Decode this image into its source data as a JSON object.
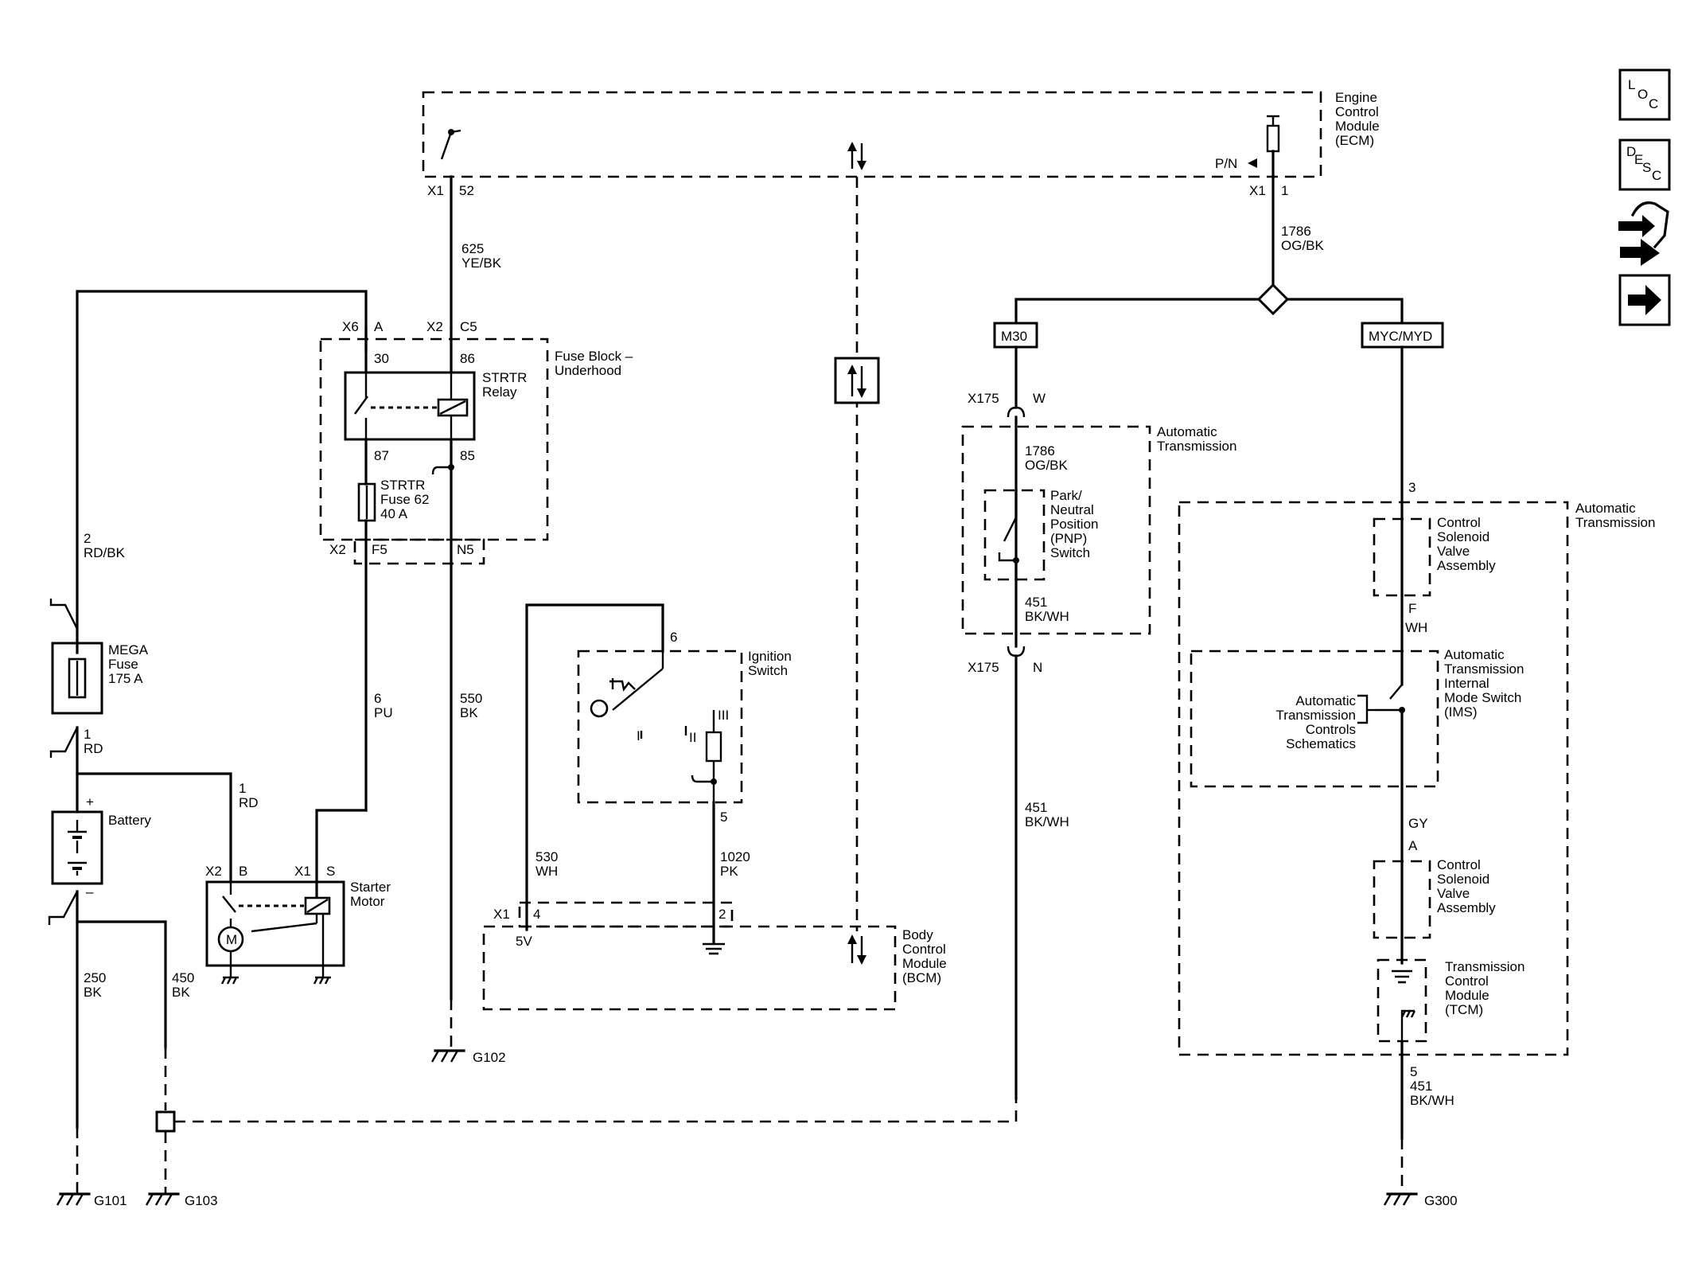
{
  "nav_icons": [
    {
      "name": "loc-icon",
      "top": "L",
      "mid": "O",
      "bot": "C"
    },
    {
      "name": "desc-icon",
      "top": "D",
      "mid": "E",
      "bot": "S",
      "sub": "C"
    },
    {
      "name": "harness-connector-icon"
    },
    {
      "name": "next-arrow-icon"
    }
  ],
  "ecm": {
    "title": [
      "Engine",
      "Control",
      "Module",
      "(ECM)"
    ],
    "pn": "P/N",
    "x1a": "X1",
    "pin52": "52",
    "x1b": "X1",
    "pin1": "1"
  },
  "wires": {
    "w625": [
      "625",
      "YE/BK"
    ],
    "w1786a": [
      "1786",
      "OG/BK"
    ],
    "w2": [
      "2",
      "RD/BK"
    ],
    "w1rd": [
      "1",
      "RD"
    ],
    "w1rd2": [
      "1",
      "RD"
    ],
    "w6": [
      "6",
      "PU"
    ],
    "w550": [
      "550",
      "BK"
    ],
    "w530": [
      "530",
      "WH"
    ],
    "w1020": [
      "1020",
      "PK"
    ],
    "w250": [
      "250",
      "BK"
    ],
    "w450": [
      "450",
      "BK"
    ],
    "w1786b": [
      "1786",
      "OG/BK"
    ],
    "w451a": [
      "451",
      "BK/WH"
    ],
    "w451b": [
      "451",
      "BK/WH"
    ],
    "w451c": [
      "5",
      "451",
      "BK/WH"
    ]
  },
  "fuse_block": {
    "title": [
      "Fuse Block –",
      "Underhood"
    ],
    "x6": "X6",
    "a": "A",
    "x2": "X2",
    "c5": "C5",
    "p30": "30",
    "p86": "86",
    "p87": "87",
    "p85": "85",
    "relay": [
      "STRTR",
      "Relay"
    ],
    "fuse": [
      "STRTR",
      "Fuse 62",
      "40 A"
    ],
    "x2b": "X2",
    "f5": "F5",
    "n5": "N5"
  },
  "mega_fuse": [
    "MEGA",
    "Fuse",
    "175 A"
  ],
  "battery": {
    "label": "Battery",
    "plus": "+",
    "minus": "–"
  },
  "starter": {
    "label": [
      "Starter",
      "Motor"
    ],
    "x2": "X2",
    "b": "B",
    "x1": "X1",
    "s": "S",
    "m": "M"
  },
  "ignition": {
    "label": [
      "Ignition",
      "Switch"
    ],
    "p6": "6",
    "p5": "5",
    "i": "I",
    "ii": "II",
    "iii": "III"
  },
  "bcm": {
    "label": [
      "Body",
      "Control",
      "Module",
      "(BCM)"
    ],
    "x1": "X1",
    "p4": "4",
    "p2": "2",
    "v5": "5V"
  },
  "grounds": {
    "g101": "G101",
    "g103": "G103",
    "g102": "G102",
    "g300": "G300"
  },
  "options": {
    "m30": "M30",
    "myc": "MYC/MYD"
  },
  "trans_left": {
    "label": [
      "Automatic",
      "Transmission"
    ],
    "x175a": "X175",
    "w": "W",
    "x175b": "X175",
    "n": "N",
    "pnp": [
      "Park/",
      "Neutral",
      "Position",
      "(PNP)",
      "Switch"
    ]
  },
  "trans_right": {
    "label": [
      "Automatic",
      "Transmission"
    ],
    "p3": "3",
    "csv1": [
      "Control",
      "Solenoid",
      "Valve",
      "Assembly"
    ],
    "f": "F",
    "wh": "WH",
    "ims": [
      "Automatic",
      "Transmission",
      "Internal",
      "Mode Switch",
      "(IMS)"
    ],
    "atcs": [
      "Automatic",
      "Transmission",
      "Controls",
      "Schematics"
    ],
    "gy": "GY",
    "a": "A",
    "csv2": [
      "Control",
      "Solenoid",
      "Valve",
      "Assembly"
    ],
    "tcm": [
      "Transmission",
      "Control",
      "Module",
      "(TCM)"
    ]
  }
}
